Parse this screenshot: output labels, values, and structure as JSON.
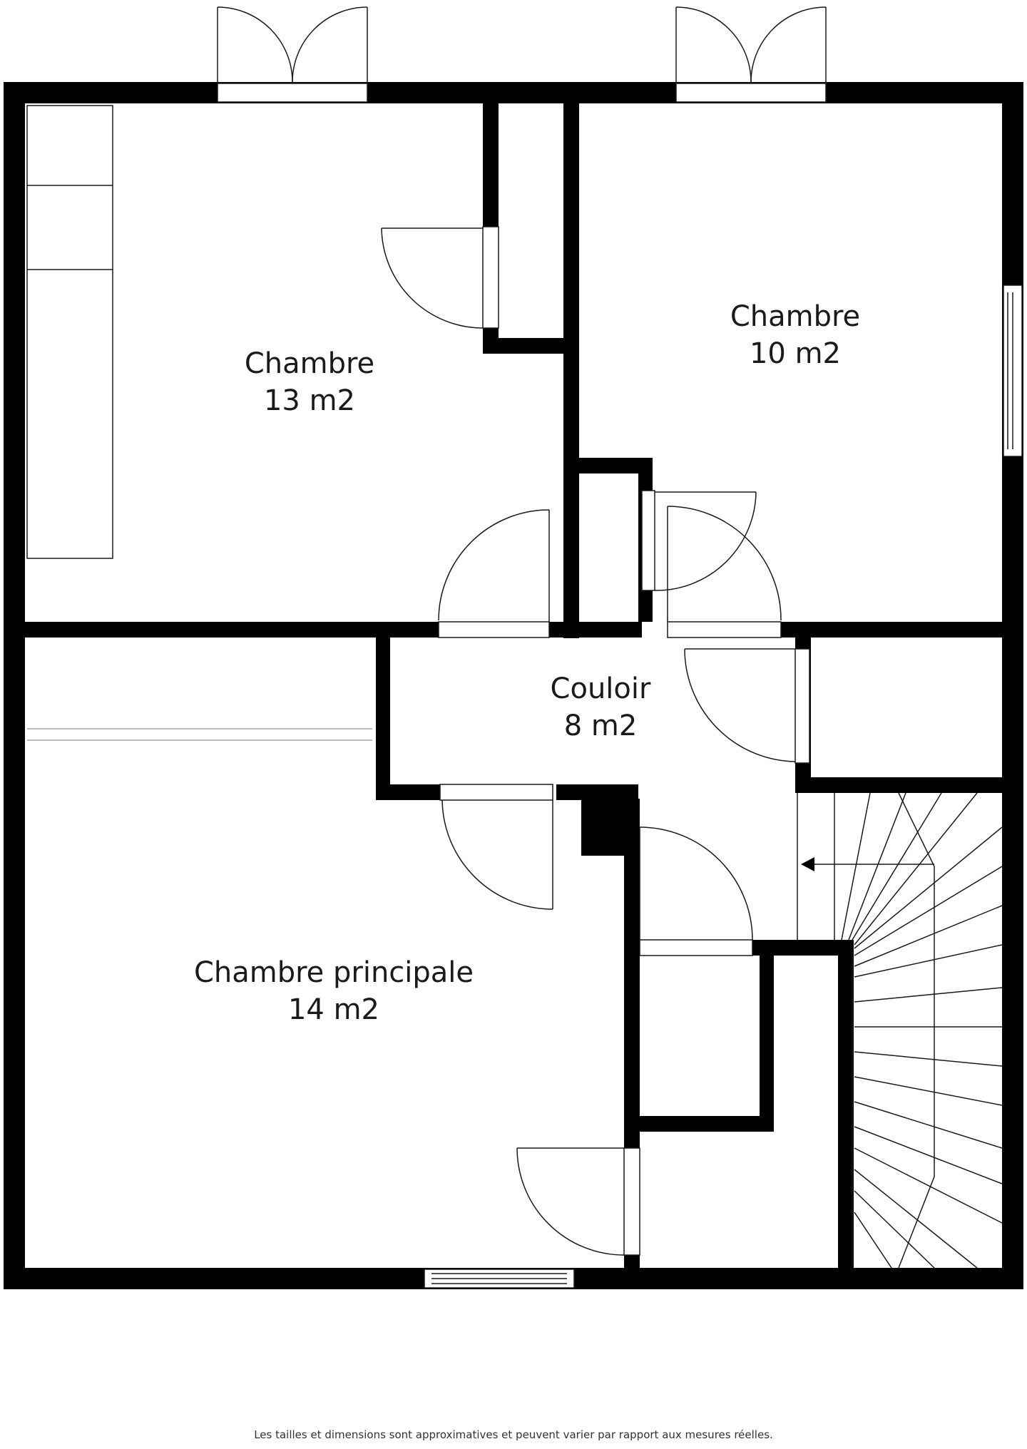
{
  "rooms": [
    {
      "name": "Chambre",
      "area": "13 m2"
    },
    {
      "name": "Chambre",
      "area": "10 m2"
    },
    {
      "name": "Couloir",
      "area": "8 m2"
    },
    {
      "name": "Chambre principale",
      "area": "14 m2"
    }
  ],
  "disclaimer": "Les tailles et dimensions sont approximatives et peuvent varier par rapport aux mesures réelles.",
  "colors": {
    "wall": "#000000",
    "line": "#1a1a1a",
    "background": "#ffffff"
  }
}
